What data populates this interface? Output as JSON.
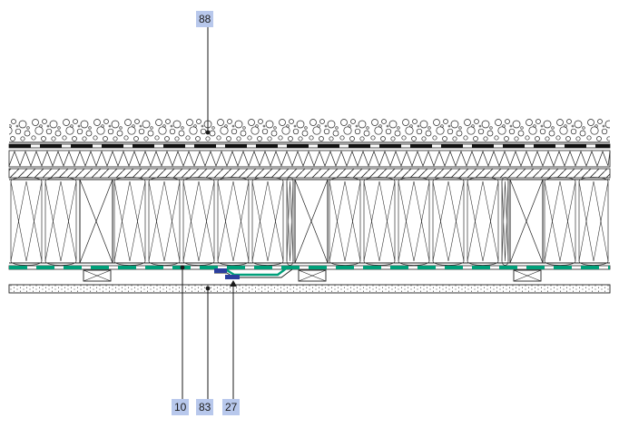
{
  "colors": {
    "callout_bg": "#b8c8ec",
    "membrane_green": "#00a07a",
    "connector_blue": "#2b3f9e",
    "line": "#1a1a1a"
  },
  "callouts": {
    "gravel": "88",
    "vapour_barrier": "10",
    "ceiling_board": "83",
    "tape_connector": "27"
  }
}
